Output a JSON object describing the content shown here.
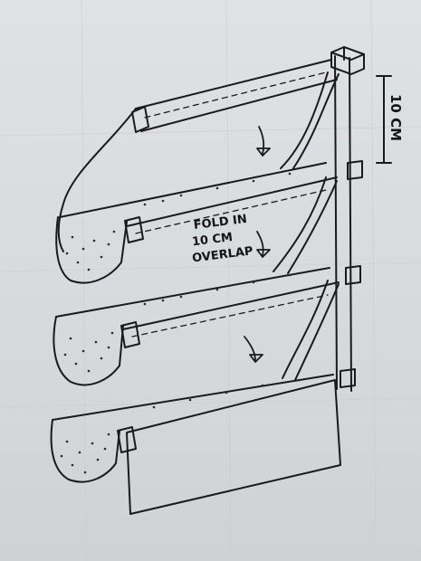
{
  "annotations": {
    "dimension_label": "10 CM",
    "fold_line_1": "FOLD IN",
    "fold_line_2": "10 CM",
    "fold_line_3": "OVERLAP"
  }
}
